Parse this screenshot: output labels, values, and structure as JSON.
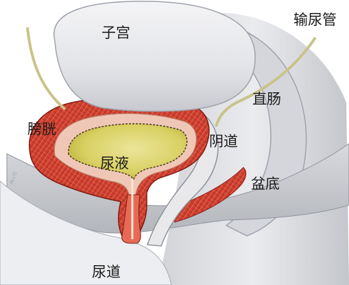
{
  "labels": {
    "uterus": "子宫",
    "ureter": "输尿管",
    "rectum": "直肠",
    "bladder": "膀胱",
    "vagina": "阴道",
    "urine": "尿液",
    "pelvic_floor": "盆底",
    "urethra": "尿道"
  },
  "watermark": "ALLIS",
  "colors": {
    "muscle": "#d63a2c",
    "muscle_dark": "#a8231a",
    "urine": "#d6cf5e",
    "organ": "#e6e7ea",
    "tube": "#c9c38a"
  }
}
